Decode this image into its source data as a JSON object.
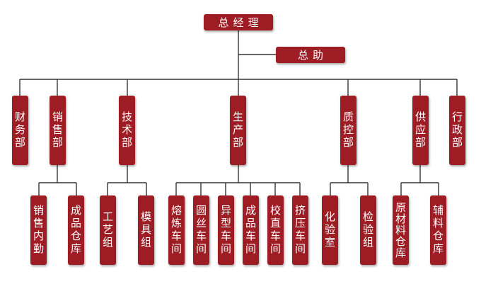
{
  "org": {
    "gm": "总经理",
    "assistant": "总助",
    "departments": [
      {
        "id": "finance",
        "label": "财务部"
      },
      {
        "id": "sales",
        "label": "销售部",
        "children": [
          {
            "id": "sales-internal",
            "label": "销售内勤"
          },
          {
            "id": "finished-goods-warehouse",
            "label": "成品仓库"
          }
        ]
      },
      {
        "id": "technology",
        "label": "技术部",
        "children": [
          {
            "id": "process-group",
            "label": "工艺组"
          },
          {
            "id": "mold-group",
            "label": "模具组"
          }
        ]
      },
      {
        "id": "production",
        "label": "生产部",
        "children": [
          {
            "id": "smelting-workshop",
            "label": "熔炼车间"
          },
          {
            "id": "round-wire-workshop",
            "label": "圆丝车间"
          },
          {
            "id": "profile-workshop",
            "label": "异型车间"
          },
          {
            "id": "finished-product-workshop",
            "label": "成品车间"
          },
          {
            "id": "straightening-workshop",
            "label": "校直车间"
          },
          {
            "id": "extrusion-workshop",
            "label": "挤压车间"
          }
        ]
      },
      {
        "id": "quality-control",
        "label": "质控部",
        "children": [
          {
            "id": "laboratory",
            "label": "化验室"
          },
          {
            "id": "inspection-group",
            "label": "检验组"
          }
        ]
      },
      {
        "id": "supply",
        "label": "供应部",
        "children": [
          {
            "id": "raw-material-warehouse",
            "label": "原材料仓库"
          },
          {
            "id": "auxiliary-material-warehouse",
            "label": "辅料仓库"
          }
        ]
      },
      {
        "id": "administration",
        "label": "行政部"
      }
    ]
  }
}
